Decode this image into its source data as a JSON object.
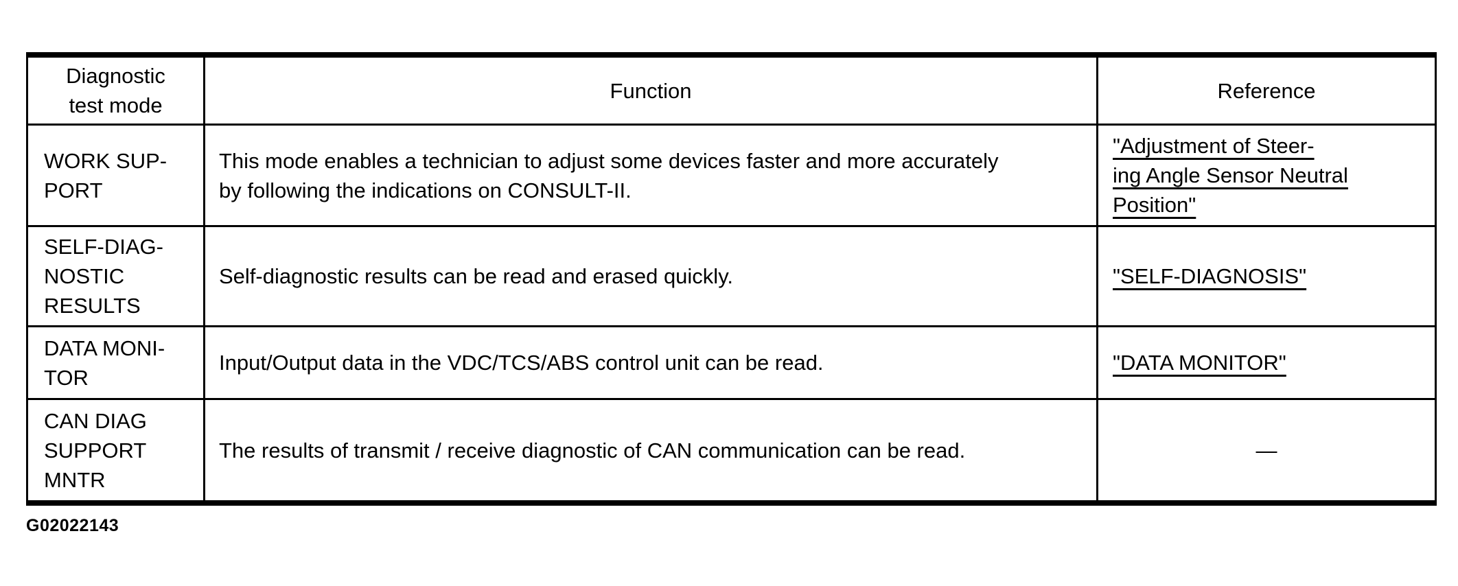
{
  "page": {
    "figure_code": "G02022143"
  },
  "colors": {
    "text": "#000000",
    "border": "#000000",
    "background": "#ffffff"
  },
  "table": {
    "columns": [
      {
        "label": "Diagnostic\ntest mode"
      },
      {
        "label": "Function"
      },
      {
        "label": "Reference"
      }
    ],
    "rows": [
      {
        "mode": "WORK SUP-\nPORT",
        "function": "This mode enables a technician to adjust some devices faster and more accurately\nby following the indications on CONSULT-II.",
        "reference": "\"Adjustment of Steer-\ning Angle Sensor Neutral\nPosition\"",
        "reference_type": "link"
      },
      {
        "mode": "SELF-DIAG-\nNOSTIC\nRESULTS",
        "function": "Self-diagnostic results can be read and erased quickly.",
        "reference": "\"SELF-DIAGNOSIS\"",
        "reference_type": "link"
      },
      {
        "mode": "DATA MONI-\nTOR",
        "function": "Input/Output data in the VDC/TCS/ABS control unit can be read.",
        "reference": "\"DATA MONITOR\"",
        "reference_type": "link"
      },
      {
        "mode": "CAN DIAG\nSUPPORT\nMNTR",
        "function": "The results of transmit / receive diagnostic of CAN communication can be read.",
        "reference": "—",
        "reference_type": "text"
      }
    ]
  }
}
